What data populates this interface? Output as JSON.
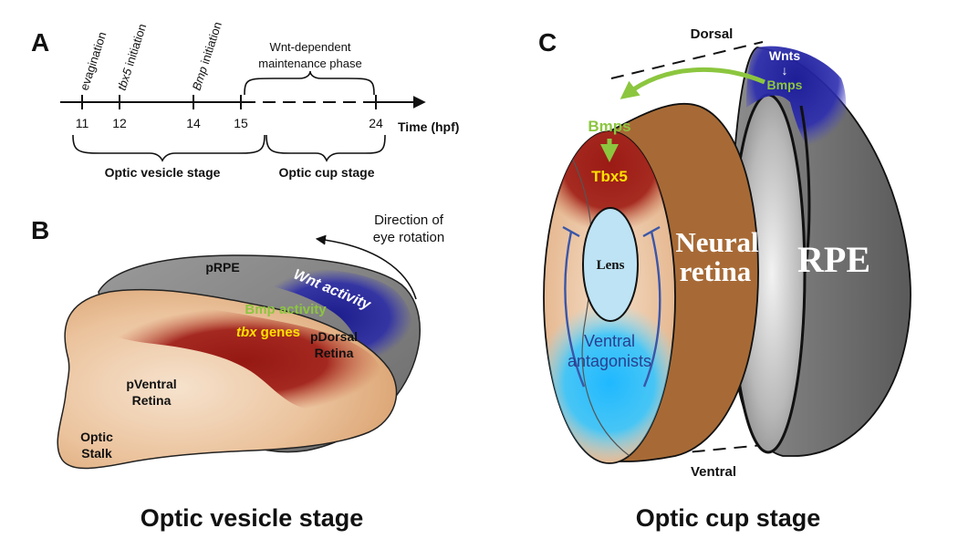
{
  "panels": {
    "a": "A",
    "b": "B",
    "c": "C"
  },
  "timeline": {
    "events": {
      "evagination": "evagination",
      "tbx5_prefix": "tbx5",
      "tbx5_suffix": " initiation",
      "bmp_prefix": "Bmp",
      "bmp_suffix": " initiation",
      "wnt_line1": "Wnt-dependent",
      "wnt_line2": "maintenance phase"
    },
    "ticks": [
      "11",
      "12",
      "14",
      "15",
      "24"
    ],
    "axis_label": "Time (hpf)",
    "stage1": "Optic vesicle stage",
    "stage2": "Optic cup stage"
  },
  "vesicle": {
    "rotation_line1": "Direction of",
    "rotation_line2": "eye rotation",
    "prpe": "pRPE",
    "wnt_activity": "Wnt activity",
    "bmp_activity": "Bmp activity",
    "tbx_prefix": "tbx",
    "tbx_suffix": " genes",
    "pdorsal_line1": "pDorsal",
    "pdorsal_line2": "Retina",
    "pventral_line1": "pVentral",
    "pventral_line2": "Retina",
    "stalk_line1": "Optic",
    "stalk_line2": "Stalk",
    "title": "Optic vesicle stage"
  },
  "cup": {
    "dorsal": "Dorsal",
    "ventral": "Ventral",
    "wnts": "Wnts",
    "down_arrow": "↓",
    "bmps_rpe": "Bmps",
    "bmps": "Bmps",
    "tbx5": "Tbx5",
    "lens": "Lens",
    "neural_line1": "Neural",
    "neural_line2": "retina",
    "rpe": "RPE",
    "ventral_antag_line1": "Ventral",
    "ventral_antag_line2": "antagonists",
    "title": "Optic cup stage"
  },
  "colors": {
    "wnt_blue": "#2a2aa0",
    "bmp_green": "#8cc63f",
    "tbx_yellow": "#ffe000",
    "retina_tan": "#e2ad80",
    "dorsal_red": "#9e1a16",
    "cup_brown": "#a76a36",
    "rpe_gray": "#777777",
    "antagonist_cyan": "#2ec8ff",
    "antagonist_line": "#3a56a8"
  }
}
